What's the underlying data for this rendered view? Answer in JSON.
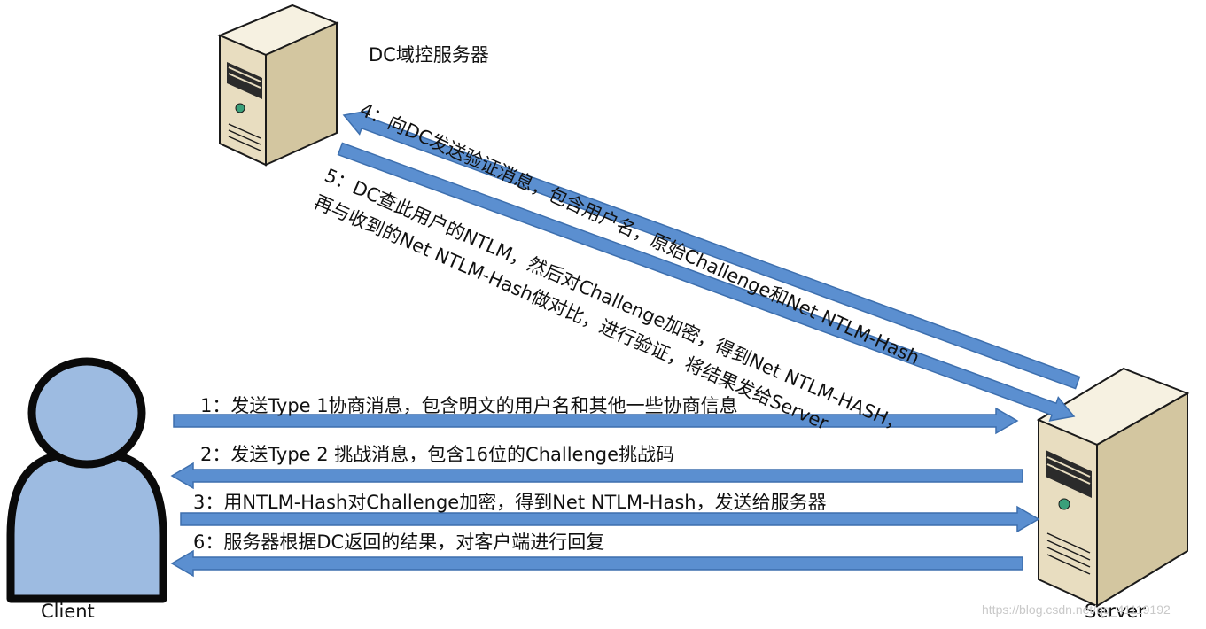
{
  "nodes": {
    "dc": "DC域控服务器",
    "client": "Client",
    "server": "Server"
  },
  "messages": {
    "step1": "1：发送Type 1协商消息，包含明文的用户名和其他一些协商信息",
    "step2": "2：发送Type 2 挑战消息，包含16位的Challenge挑战码",
    "step3": "3：用NTLM-Hash对Challenge加密，得到Net NTLM-Hash，发送给服务器",
    "step4": "4：向DC发送验证消息，包含用户名，原始Challenge和Net NTLM-Hash",
    "step5_line1": "5：DC查此用户的NTLM，然后对Challenge加密，得到Net NTLM-HASH，",
    "step5_line2": "再与收到的Net NTLM-Hash做对比，进行验证，将结果发给Server",
    "step6": "6：服务器根据DC返回的结果，对客户端进行回复"
  },
  "watermark": "https://blog.csdn.net/qq_41119192",
  "colors": {
    "arrow_fill": "#5b8fd0",
    "arrow_stroke": "#3d6fae",
    "user_fill": "#9dbbe1",
    "user_outline": "#0a0a0a",
    "server_face": "#eee5cc",
    "server_side": "#d7cba6"
  }
}
